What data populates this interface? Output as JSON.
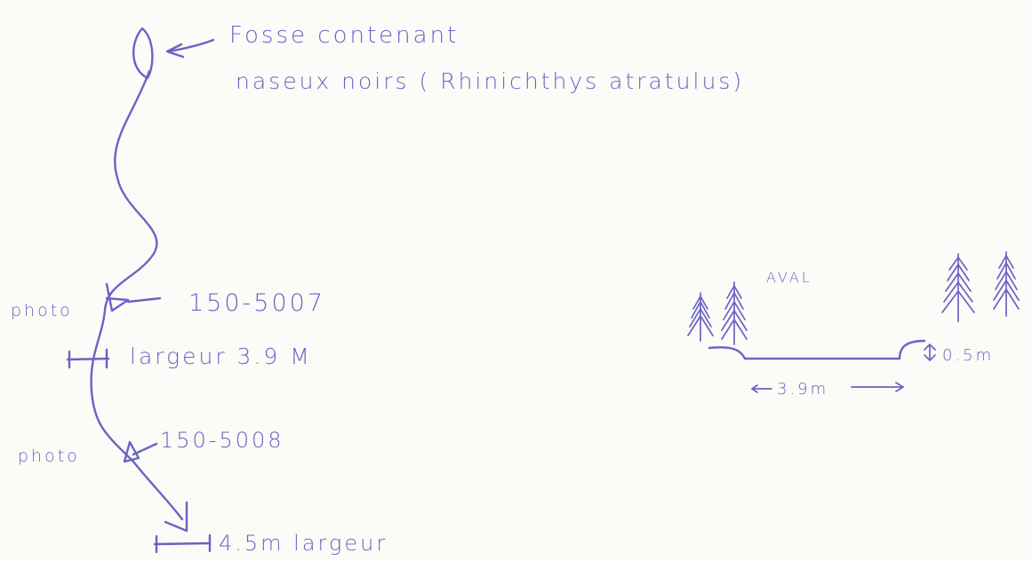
{
  "colors": {
    "ink": "#6b63c4",
    "paper": "#fbfbf8"
  },
  "labels": {
    "title_line1": "Fosse contenant",
    "title_line2": "naseux noirs ( Rhinichthys atratulus)",
    "photo1_label": "photo",
    "photo1_number": "150-5007",
    "width1": "largeur 3.9 M",
    "photo2_label": "photo",
    "photo2_number": "150-5008",
    "width2": "4.5m largeur",
    "downstream": "AVAL",
    "cross_width": "3.9m",
    "bank_height": "0.5m"
  },
  "icons": [
    "fish-pool-icon",
    "photo-direction-icon",
    "arrow-down-icon",
    "conifer-tree-icon"
  ]
}
